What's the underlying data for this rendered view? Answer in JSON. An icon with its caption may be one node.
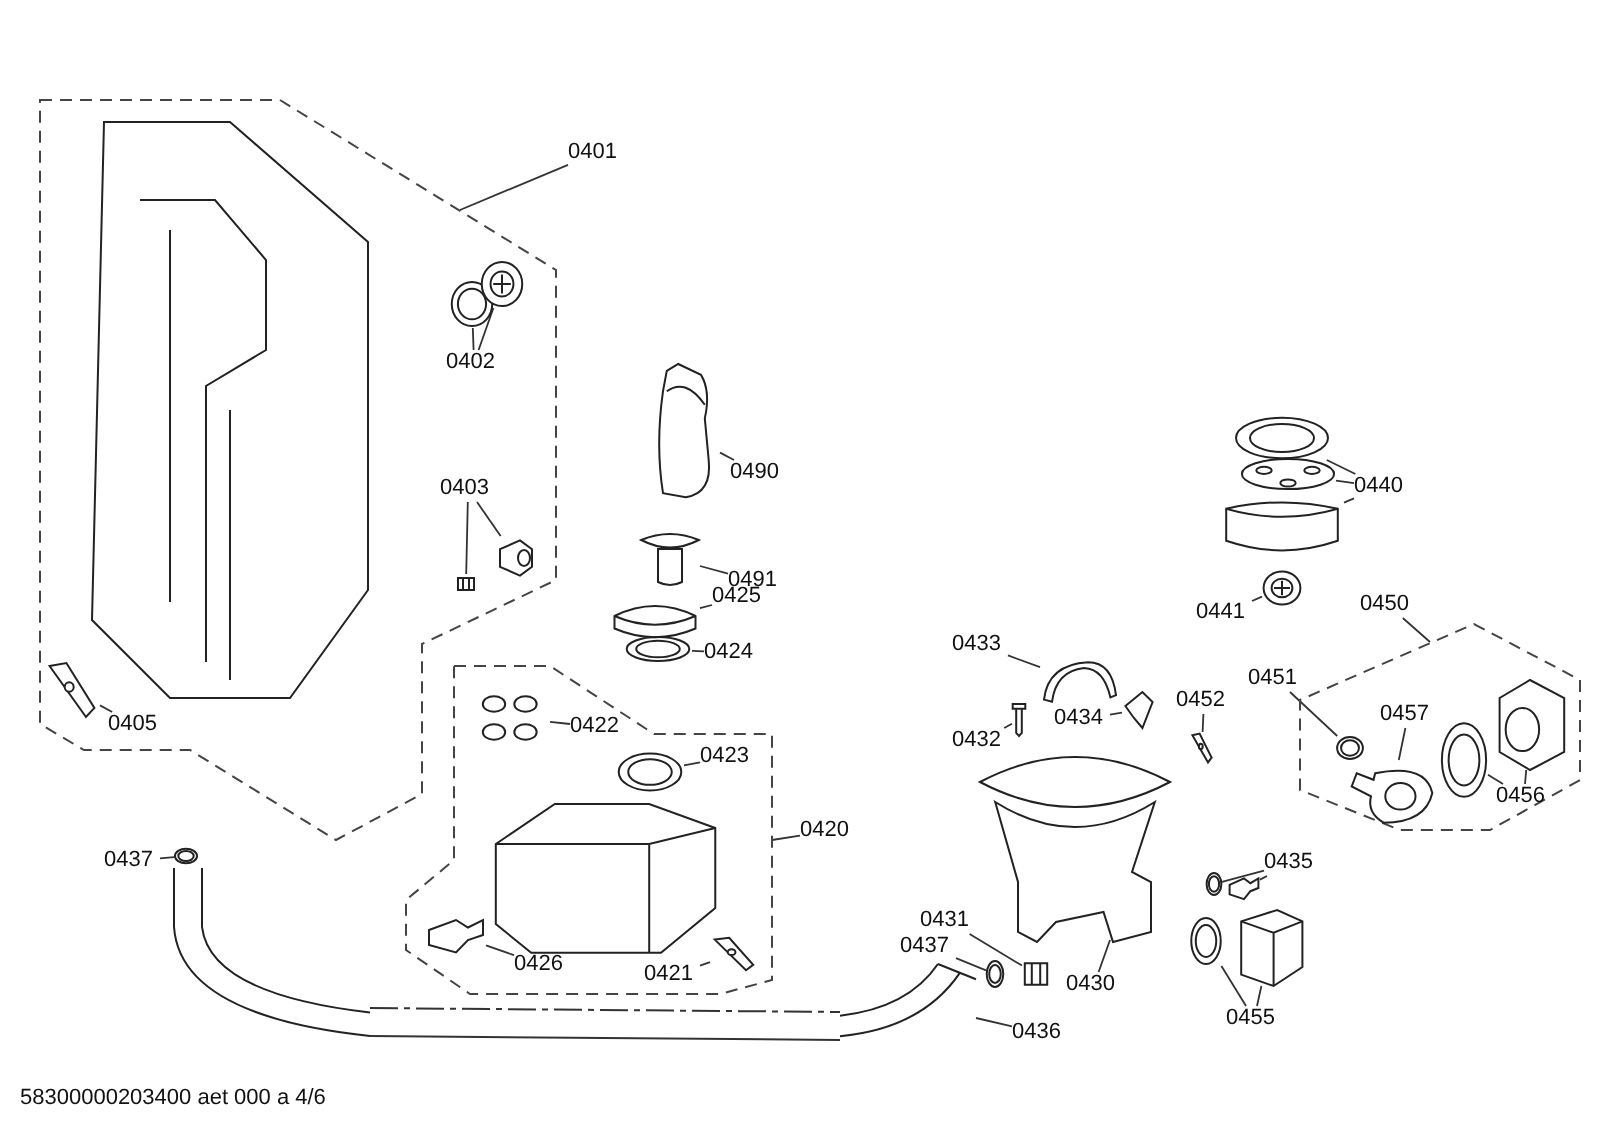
{
  "diagram": {
    "nodes": [
      {
        "text": [],
        "shape": "box"
      },
      {
        "text": [
          "0401"
        ]
      },
      {
        "text": [],
        "shape": "picture",
        "in": 0
      },
      {
        "text": [],
        "shape": "picture",
        "in": 0
      },
      {
        "text": [],
        "shape": "picture",
        "in": 0
      },
      {
        "text": [
          "0402"
        ],
        "in": 0
      },
      {
        "text": [
          "0403"
        ],
        "in": 0
      },
      {
        "text": [],
        "shape": "picture",
        "in": 0
      },
      {
        "text": [],
        "shape": "picture",
        "in": 0
      },
      {
        "text": [],
        "shape": "picture",
        "in": 0
      },
      {
        "text": [
          "0405"
        ],
        "in": 0
      },
      {
        "text": [],
        "shape": "picture"
      },
      {
        "text": [
          "0490"
        ]
      },
      {
        "text": [],
        "shape": "picture"
      },
      {
        "text": [
          "0491"
        ]
      },
      {
        "text": [],
        "shape": "picture"
      },
      {
        "text": [
          "0425"
        ]
      },
      {
        "text": [],
        "shape": "picture"
      },
      {
        "text": [
          "0424"
        ]
      },
      {
        "text": [],
        "shape": "box"
      },
      {
        "text": [
          "0422"
        ],
        "in": 19
      },
      {
        "text": [],
        "shape": "picture",
        "in": 19
      },
      {
        "text": [
          "0423"
        ],
        "in": 19
      },
      {
        "text": [],
        "shape": "picture",
        "in": 19
      },
      {
        "text": [],
        "shape": "picture",
        "in": 19
      },
      {
        "text": [
          "0420"
        ]
      },
      {
        "text": [],
        "shape": "picture",
        "in": 19
      },
      {
        "text": [
          "0426"
        ],
        "in": 19
      },
      {
        "text": [
          "0421"
        ],
        "in": 19
      },
      {
        "text": [],
        "shape": "picture",
        "in": 19
      },
      {
        "text": [],
        "shape": "picture"
      },
      {
        "text": [
          "0437"
        ]
      },
      {
        "text": [],
        "shape": "picture"
      },
      {
        "text": [
          "0440"
        ]
      },
      {
        "text": [],
        "shape": "picture"
      },
      {
        "text": [],
        "shape": "picture"
      },
      {
        "text": [],
        "shape": "picture"
      },
      {
        "text": [],
        "shape": "picture"
      },
      {
        "text": [
          "0441"
        ]
      },
      {
        "text": [
          "0450"
        ]
      },
      {
        "text": [],
        "shape": "box"
      },
      {
        "text": [
          "0433"
        ]
      },
      {
        "text": [],
        "shape": "picture"
      },
      {
        "text": [
          "0432"
        ]
      },
      {
        "text": [],
        "shape": "picture"
      },
      {
        "text": [
          "0434"
        ]
      },
      {
        "text": [],
        "shape": "picture"
      },
      {
        "text": [
          "0452"
        ]
      },
      {
        "text": [],
        "shape": "picture"
      },
      {
        "text": [
          "0451"
        ]
      },
      {
        "text": [],
        "shape": "picture",
        "in": 40
      },
      {
        "text": [
          "0457"
        ],
        "in": 40
      },
      {
        "text": [],
        "shape": "picture",
        "in": 40
      },
      {
        "text": [],
        "shape": "picture",
        "in": 40
      },
      {
        "text": [],
        "shape": "picture",
        "in": 40
      },
      {
        "text": [
          "0456"
        ],
        "in": 40
      },
      {
        "text": [],
        "shape": "picture"
      },
      {
        "text": [
          "0435"
        ]
      },
      {
        "text": [],
        "shape": "picture"
      },
      {
        "text": [],
        "shape": "picture"
      },
      {
        "text": [
          "0431"
        ]
      },
      {
        "text": [],
        "shape": "picture"
      },
      {
        "text": [
          "0437"
        ]
      },
      {
        "text": [],
        "shape": "picture"
      },
      {
        "text": [
          "0430"
        ]
      },
      {
        "text": [],
        "shape": "picture"
      },
      {
        "text": [
          "0436"
        ]
      },
      {
        "text": [],
        "shape": "picture"
      },
      {
        "text": [],
        "shape": "picture"
      },
      {
        "text": [
          "0455"
        ]
      }
    ],
    "edges": [
      {
        "from": 1,
        "to": 0,
        "arrow": "none"
      },
      {
        "from": 5,
        "to": 3,
        "arrow": "none"
      },
      {
        "from": 5,
        "to": 4,
        "arrow": "none"
      },
      {
        "from": 6,
        "to": 7,
        "arrow": "none"
      },
      {
        "from": 6,
        "to": 8,
        "arrow": "none"
      },
      {
        "from": 10,
        "to": 9,
        "arrow": "none"
      },
      {
        "from": 12,
        "to": 11,
        "arrow": "none"
      },
      {
        "from": 14,
        "to": 13,
        "arrow": "none"
      },
      {
        "from": 16,
        "to": 15,
        "arrow": "none"
      },
      {
        "from": 18,
        "to": 17,
        "arrow": "none"
      },
      {
        "from": 20,
        "to": 21,
        "arrow": "none"
      },
      {
        "from": 22,
        "to": 23,
        "arrow": "none"
      },
      {
        "from": 25,
        "to": 19,
        "arrow": "none"
      },
      {
        "from": 27,
        "to": 26,
        "arrow": "none"
      },
      {
        "from": 28,
        "to": 29,
        "arrow": "none"
      },
      {
        "from": 31,
        "to": 30,
        "arrow": "none"
      },
      {
        "from": 33,
        "to": 34,
        "arrow": "none"
      },
      {
        "from": 33,
        "to": 35,
        "arrow": "none"
      },
      {
        "from": 33,
        "to": 36,
        "arrow": "none"
      },
      {
        "from": 38,
        "to": 37,
        "arrow": "none"
      },
      {
        "from": 39,
        "to": 40,
        "arrow": "none"
      },
      {
        "from": 41,
        "to": 42,
        "arrow": "none"
      },
      {
        "from": 43,
        "to": 44,
        "arrow": "none"
      },
      {
        "from": 45,
        "to": 46,
        "arrow": "none"
      },
      {
        "from": 47,
        "to": 48,
        "arrow": "none"
      },
      {
        "from": 49,
        "to": 50,
        "arrow": "none"
      },
      {
        "from": 51,
        "to": 52,
        "arrow": "none"
      },
      {
        "from": 55,
        "to": 53,
        "arrow": "none"
      },
      {
        "from": 55,
        "to": 54,
        "arrow": "none"
      },
      {
        "from": 57,
        "to": 58,
        "arrow": "none"
      },
      {
        "from": 57,
        "to": 59,
        "arrow": "none"
      },
      {
        "from": 60,
        "to": 61,
        "arrow": "none"
      },
      {
        "from": 62,
        "to": 63,
        "arrow": "none"
      },
      {
        "from": 64,
        "to": 56,
        "arrow": "none"
      },
      {
        "from": 66,
        "to": 65,
        "arrow": "none"
      },
      {
        "from": 69,
        "to": 67,
        "arrow": "none"
      },
      {
        "from": 69,
        "to": 68,
        "arrow": "none"
      }
    ],
    "labels": [
      "58300000203400 aet 000 a 4/6"
    ]
  }
}
